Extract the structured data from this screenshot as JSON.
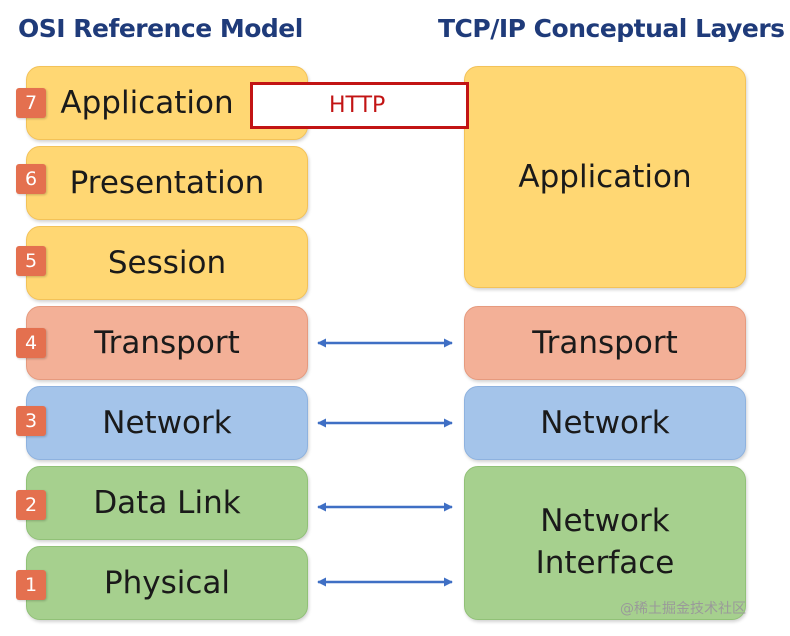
{
  "titles": {
    "osi": "OSI Reference Model",
    "tcpip": "TCP/IP Conceptual Layers"
  },
  "osi_layers": [
    {
      "number": "7",
      "name": "Application"
    },
    {
      "number": "6",
      "name": "Presentation"
    },
    {
      "number": "5",
      "name": "Session"
    },
    {
      "number": "4",
      "name": "Transport"
    },
    {
      "number": "3",
      "name": "Network"
    },
    {
      "number": "2",
      "name": "Data Link"
    },
    {
      "number": "1",
      "name": "Physical"
    }
  ],
  "tcpip_layers": [
    {
      "name": "Application"
    },
    {
      "name": "Transport"
    },
    {
      "name": "Network"
    },
    {
      "name": "Network Interface"
    }
  ],
  "protocol_highlight": "HTTP",
  "watermark": "@稀土掘金技术社区",
  "colors": {
    "application": "#ffd773",
    "transport": "#f3b097",
    "network": "#a4c4ea",
    "link": "#a6d08e",
    "number_badge": "#e4704f",
    "title": "#1f3b7a",
    "highlight_border": "#c21414",
    "arrow": "#3f6fc4"
  }
}
